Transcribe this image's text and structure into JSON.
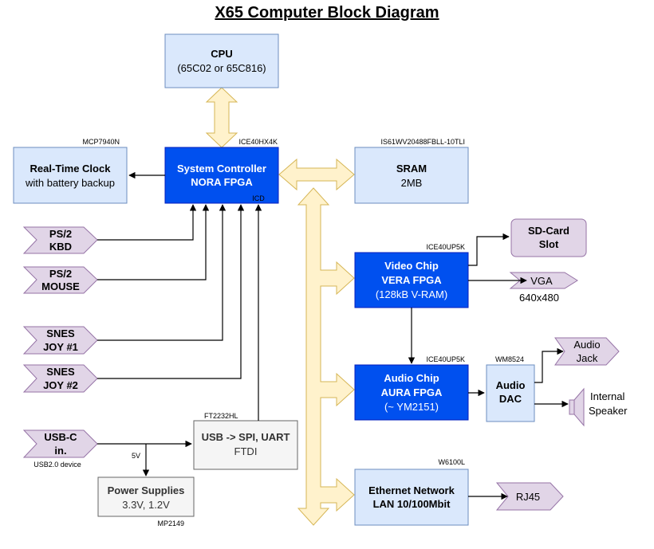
{
  "title": "X65 Computer Block Diagram",
  "cpu": {
    "name": "CPU",
    "desc": "(65C02 or 65C816)"
  },
  "rtc": {
    "name": "Real-Time Clock",
    "desc": "with battery backup",
    "part": "MCP7940N"
  },
  "syscon": {
    "name": "System Controller",
    "desc": "NORA FPGA",
    "part": "ICE40HX4K",
    "pin": "ICD"
  },
  "sram": {
    "name": "SRAM",
    "desc": "2MB",
    "part": "IS61WV20488FBLL-10TLI"
  },
  "ps2kbd": {
    "line1": "PS/2",
    "line2": "KBD"
  },
  "ps2mouse": {
    "line1": "PS/2",
    "line2": "MOUSE"
  },
  "snes1": {
    "line1": "SNES",
    "line2": "JOY #1"
  },
  "snes2": {
    "line1": "SNES",
    "line2": "JOY #2"
  },
  "sdcard": {
    "line1": "SD-Card",
    "line2": "Slot"
  },
  "video": {
    "name": "Video Chip",
    "desc": "VERA FPGA",
    "extra": "(128kB V-RAM)",
    "part": "ICE40UP5K"
  },
  "vga": {
    "label": "VGA",
    "res": "640x480"
  },
  "audio": {
    "name": "Audio Chip",
    "desc": "AURA FPGA",
    "extra": "(~ YM2151)",
    "part": "ICE40UP5K"
  },
  "dac": {
    "line1": "Audio",
    "line2": "DAC",
    "part": "WM8524"
  },
  "jack": {
    "line1": "Audio",
    "line2": "Jack"
  },
  "speaker": {
    "line1": "Internal",
    "line2": "Speaker"
  },
  "usbc": {
    "line1": "USB-C",
    "line2": "in.",
    "note": "USB2.0 device"
  },
  "ftdi": {
    "name": "USB -> SPI, UART",
    "desc": "FTDI",
    "part": "FT2232HL"
  },
  "power": {
    "name": "Power Supplies",
    "desc": "3.3V, 1.2V",
    "part": "MP2149",
    "rail": "5V"
  },
  "eth": {
    "name": "Ethernet Network",
    "desc": "LAN 10/100Mbit",
    "part": "W6100L"
  },
  "rj45": {
    "label": "RJ45"
  },
  "colors": {
    "light_fill": "#dae8fc",
    "dark_fill": "#0050ef",
    "grey_fill": "#f5f5f5",
    "purple_fill": "#e1d5e7",
    "bus_fill": "#fff2cc"
  }
}
